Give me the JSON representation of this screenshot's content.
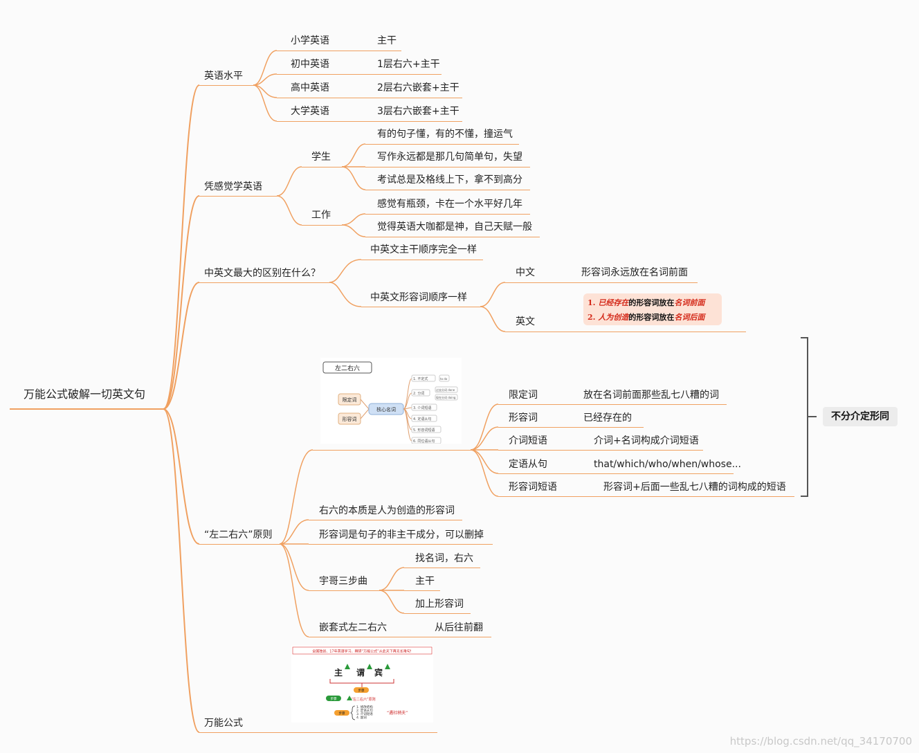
{
  "root": "万能公式破解一切英文句",
  "branches": {
    "level": {
      "label": "英语水平",
      "items": [
        {
          "label": "小学英语",
          "value": "主干"
        },
        {
          "label": "初中英语",
          "value": "1层右六+主干"
        },
        {
          "label": "高中英语",
          "value": "2层右六嵌套+主干"
        },
        {
          "label": "大学英语",
          "value": "3层右六嵌套+主干"
        }
      ]
    },
    "feeling": {
      "label": "凭感觉学英语",
      "student": {
        "label": "学生",
        "items": [
          "有的句子懂，有的不懂，撞运气",
          "写作永远都是那几句简单句，失望",
          "考试总是及格线上下，拿不到高分"
        ]
      },
      "work": {
        "label": "工作",
        "items": [
          "感觉有瓶颈，卡在一个水平好几年",
          "觉得英语大咖都是神，自己天赋一般"
        ]
      }
    },
    "diff": {
      "label": "中英文最大的区别在什么？",
      "same": "中英文主干顺序完全一样",
      "adj": {
        "label": "中英文形容词顺序一样",
        "zh": {
          "label": "中文",
          "value": "形容词永远放在名词前面"
        },
        "en": {
          "label": "英文",
          "note": [
            {
              "num": "1.",
              "a": "已经存在",
              "b": "的形容词放在",
              "c": "名词前面"
            },
            {
              "num": "2.",
              "a": "人为创造",
              "b": "的形容词放在",
              "c": "名词后面"
            }
          ]
        }
      }
    },
    "rule": {
      "label": "“左二右六”原则",
      "image": {
        "title": "左二右六",
        "left": [
          "限定词",
          "形容词"
        ],
        "center": "核心名词",
        "right": [
          "1. 不定式",
          "2. 分词",
          "3. 介词短语",
          "4. 定语从句",
          "5. 形容词短语",
          "6. 同位语从句"
        ],
        "sub1": "to do",
        "sub2a": "过去分词 done",
        "sub2b": "现在分词 doing"
      },
      "types": [
        {
          "label": "限定词",
          "value": "放在名词前面那些乱七八糟的词"
        },
        {
          "label": "形容词",
          "value": "已经存在的"
        },
        {
          "label": "介词短语",
          "value": "介词+名词构成介词短语"
        },
        {
          "label": "定语从句",
          "value": "that/which/who/when/whose..."
        },
        {
          "label": "形容词短语",
          "value": "形容词+后面一些乱七八糟的词构成的短语"
        }
      ],
      "summary": "不分介定形同",
      "essence": "右六的本质是人为创造的形容词",
      "delete": "形容词是句子的非主干成分，可以删掉",
      "steps": {
        "label": "宇哥三步曲",
        "items": [
          "找名词，右六",
          "主干",
          "加上形容词"
        ]
      },
      "nested": {
        "label": "嵌套式左二右六",
        "value": "从后往前翻"
      }
    },
    "formula": {
      "label": "万能公式",
      "image": {
        "header": "全国独创、17年英语学习、精研“万能公式”从此天下再无长难句!",
        "s": "主",
        "v": "谓",
        "o": "宾",
        "badge1": "步骤",
        "badge2": "步骤",
        "badge3": "步骤",
        "rule": "“左二右六”原则",
        "list": [
          "1. 修改结构",
          "2. 定语从句",
          "3. 介词短语",
          "4. 副词"
        ],
        "slogan": "“遇社稍夫”"
      }
    }
  },
  "watermark": "https://blog.csdn.net/qq_34170700",
  "colors": {
    "line": "#f0a060",
    "note_red": "#d42a1a",
    "note_bg": "#fde2d6",
    "tag_bg": "#ececec"
  }
}
